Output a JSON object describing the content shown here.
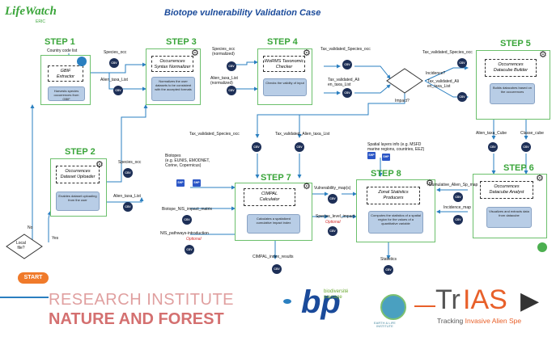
{
  "header": {
    "title": "Biotope vulnerability Validation Case",
    "logo_text": "LifeWatch",
    "logo_sub": "ERIC"
  },
  "steps": {
    "step1": {
      "label": "STEP 1",
      "tool": "GBIF\nExtractor",
      "desc": "Harvests species occurrences from GBIF"
    },
    "step2": {
      "label": "STEP 2",
      "tool": "Occurrences\nDataset Uploader",
      "desc": "Enables dataset uploading from the user"
    },
    "step3": {
      "label": "STEP 3",
      "tool": "Occurrences\nSyntax Normalizer",
      "desc": "Normalizes the user datasets to be consistent with the accepted formats"
    },
    "step4": {
      "label": "STEP 4",
      "tool": "WoRMS Taxonomic\nChecker",
      "desc": "Checks the validity of input"
    },
    "step5": {
      "label": "STEP 5",
      "tool": "Occurrences\nDatacube Builder",
      "desc": "Builds datacubes based on the occurrences"
    },
    "step6": {
      "label": "STEP 6",
      "tool": "Occurrences\nDatacube Analyst",
      "desc": "Visualizes and extracts data from datacube"
    },
    "step7": {
      "label": "STEP 7",
      "tool": "CIMPAL\nCalculator",
      "desc": "Calculates a spatialized cumulative impact index"
    },
    "step8": {
      "label": "STEP 8",
      "tool": "Zonal Statistics\nProducers",
      "desc": "Computes the statistics of a spatial region for the values of a quantitative variable"
    }
  },
  "labels": {
    "country_code": "Country code list",
    "species_occ": "Species_occ",
    "alien_taxa": "Alien_taxa_List",
    "species_occ_norm": "Species_occ\n(normalized)",
    "alien_taxa_norm": "Alien_taxa_List\n(normalized)",
    "tax_val_species_1": "Tax_validated_Species_occ",
    "tax_val_alien_1": "Tax_validated_Ali\nen_taxa_List",
    "tax_val_species_2": "Tax_validated_Species_occ",
    "tax_val_alien_2": "Tax_validated_Ali\nen_taxa_List",
    "incidence_q": "Incidence?",
    "impact_q": "Impact?",
    "tax_val_species_3": "Tax_validated_Species_occ",
    "tax_val_alien_3": "Tax_validated_Alien_taxa_List",
    "spatial_layers": "Spatial layers info (e.g. MSFD\nmarine regions, countries, EEZ)",
    "alien_cube": "Alien_taxa_Cube",
    "classe_cube": "Classe_cube",
    "biotopes": "Biotopes\n(e.g. EUNIS, EMODNET,\nCorine, Copernicus)",
    "species_occ_2": "Species_occ",
    "alien_taxa_2": "Alien_taxa_List",
    "nis_matrix": "Biotope_NIS_impact_matrix",
    "nis_pathways": "NIS_pathways-introduction",
    "optional_1": "Optional",
    "vulnerability": "Vulnerability_map(s)",
    "species_level": "Species_level_impact",
    "optional_2": "Optional",
    "cumulative": "Cumulative_Alien_Sp_map",
    "incidence_map": "Incidence_map",
    "cimpal_results": "CIMPAL_index_results",
    "statistics": "Statistics",
    "local_file": "Local\nfile?",
    "no": "No",
    "yes": "Yes",
    "start": "START"
  },
  "icons": {
    "csv": "CSV",
    "shp": "SHP"
  },
  "footer": {
    "research_line1": "RESEARCH INSTITUTE",
    "research_line2": "NATURE AND FOREST",
    "bp_text": "biodiversité\npaysage",
    "earth_text": "EARTH & LIFE\nINSTITUTE",
    "trias_1": "Tr",
    "trias_2": "IAS",
    "trias_sub_1": "Tracking ",
    "trias_sub_2": "Invasive Alien Spe"
  },
  "colors": {
    "accent": "#3aa53a",
    "start": "#f07a2a",
    "desc_bg": "#b8cde6",
    "csv": "#1d2f57",
    "trias": "#e8602a"
  }
}
